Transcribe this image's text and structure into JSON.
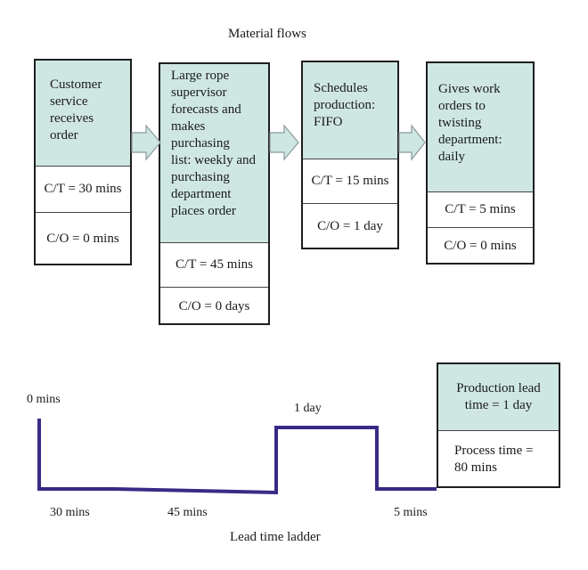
{
  "material_flows": {
    "title": "Material flows",
    "processes": [
      {
        "name": "Customer service receives order",
        "lines": [
          "Customer",
          "service",
          "receives",
          "order"
        ],
        "ct": "C/T = 30 mins",
        "co": "C/O = 0 mins"
      },
      {
        "name": "Large rope supervisor forecasts and makes purchasing list: weekly and purchasing department places order",
        "lines": [
          "Large rope",
          "supervisor",
          "forecasts and",
          "makes",
          "purchasing",
          "list: weekly and",
          "purchasing",
          "department",
          "places order"
        ],
        "ct": "C/T = 45 mins",
        "co": "C/O = 0 days"
      },
      {
        "name": "Schedules production: FIFO",
        "lines": [
          "Schedules",
          "production:",
          "FIFO"
        ],
        "ct": "C/T = 15 mins",
        "co": "C/O = 1 day"
      },
      {
        "name": "Gives work orders to twisting department: daily",
        "lines": [
          "Gives work",
          "orders to",
          "twisting",
          "department:",
          "daily"
        ],
        "ct": "C/T = 5 mins",
        "co": "C/O = 0 mins"
      }
    ]
  },
  "ladder": {
    "title": "Lead time ladder",
    "start_label": "0 mins",
    "top_label": "1 day",
    "bottom_labels": [
      "30 mins",
      "45 mins",
      "5 mins"
    ],
    "summary": {
      "lead_time": "Production lead time = 1 day",
      "lead_lines": [
        "Production lead",
        "time = 1 day"
      ],
      "process_time": "Process time = 80 mins",
      "process_lines": [
        "Process time =",
        "80 mins"
      ]
    }
  },
  "colors": {
    "header_fill": "#cfe7e3",
    "ladder_line": "#3a2a86",
    "arrow_fill": "#cfe7e3",
    "arrow_stroke": "#8a9a98"
  }
}
